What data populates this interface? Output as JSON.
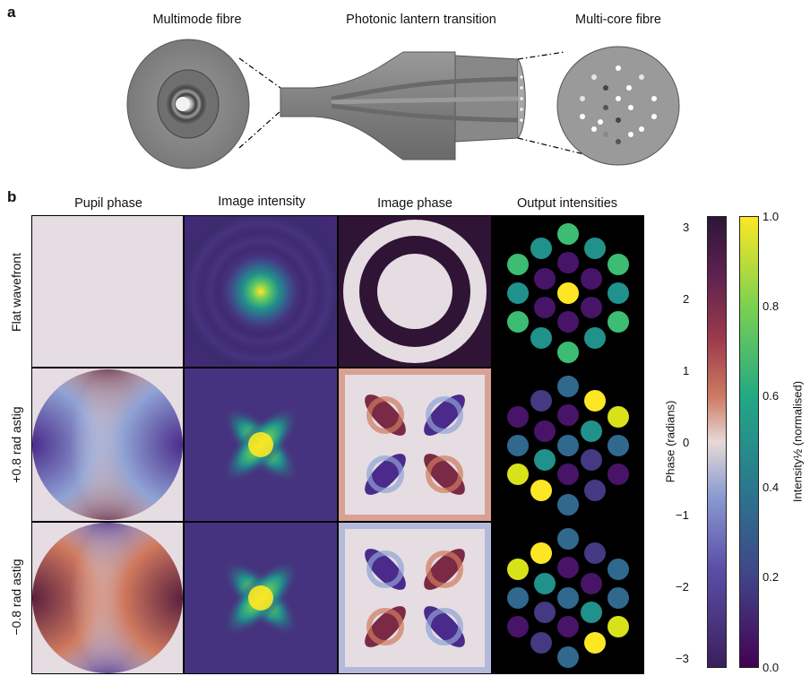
{
  "panel_a": {
    "label": "a",
    "titles": [
      "Multimode fibre",
      "Photonic lantern transition",
      "Multi-core fibre"
    ]
  },
  "panel_b": {
    "label": "b",
    "columns": [
      "Pupil phase",
      "Image intensity",
      "Image phase",
      "Output intensities"
    ],
    "rows": [
      "Flat wavefront",
      "+0.8 rad astig",
      "−0.8 rad astig"
    ]
  },
  "colorbars": {
    "phase": {
      "label": "Phase (radians)",
      "ticks": [
        "3",
        "2",
        "1",
        "0",
        "−1",
        "−2",
        "−3"
      ],
      "colors": [
        "#2e1538",
        "#5a2150",
        "#9c3a4c",
        "#cd7b64",
        "#e6d9d6",
        "#8a9bd0",
        "#5b4fa8",
        "#3b1f5c"
      ]
    },
    "intensity": {
      "label": "Intensity½ (normalised)",
      "ticks": [
        "1.0",
        "0.8",
        "0.6",
        "0.4",
        "0.2",
        "0.0"
      ],
      "colors": [
        "#fde725",
        "#7ad151",
        "#22a884",
        "#2a788e",
        "#414487",
        "#440154"
      ]
    }
  },
  "colors": {
    "grey_fibre": "#8c8c8c",
    "dark_frame": "#000000",
    "intensity_yellow": "#fde725",
    "intensity_green": "#3dbc74",
    "intensity_teal": "#21918c",
    "intensity_blue": "#31688e",
    "intensity_indigo": "#443983",
    "intensity_purple": "#481467"
  }
}
